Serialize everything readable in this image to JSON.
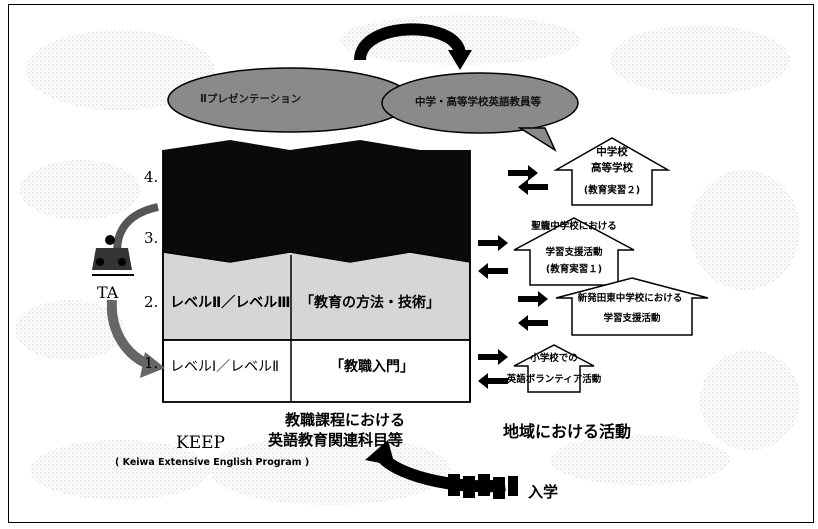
{
  "colors": {
    "ink": "#000000",
    "speckle": "#bdbdbd",
    "bubble": "#8a8a8a",
    "level2_fill": "#d6d6d6",
    "level4_fill": "#0a0a0a",
    "white": "#ffffff"
  },
  "bubbles": {
    "left": "Ⅱプレゼンテーション",
    "right": "中学・高等学校英語教員等"
  },
  "levels": {
    "l4": "4.",
    "l3": "3.",
    "l2": "2.",
    "l1": "1."
  },
  "table": {
    "row2_left": "レベルⅡ／レベルⅢ",
    "row2_right": "「教育の方法・技術」",
    "row1_left": "レベルⅠ／レベルⅡ",
    "row1_right": "「教職入門」"
  },
  "ta_label": "TA",
  "keep": {
    "title": "KEEP",
    "subtitle": "( Keiwa Extensive English Program )"
  },
  "bottom_center": {
    "line1": "教職課程における",
    "line2": "英語教育関連科目等"
  },
  "community_title": "地域における活動",
  "entrance_label": "入学",
  "houses": [
    {
      "lines": [
        "中学校",
        "高等学校",
        "(教育実習２)"
      ]
    },
    {
      "lines": [
        "聖籠中学校における",
        "学習支援活動",
        "(教育実習１)"
      ]
    },
    {
      "lines": [
        "新発田東中学校における",
        "学習支援活動"
      ]
    },
    {
      "lines": [
        "小学校での",
        "英語ボランティア活動"
      ]
    }
  ]
}
